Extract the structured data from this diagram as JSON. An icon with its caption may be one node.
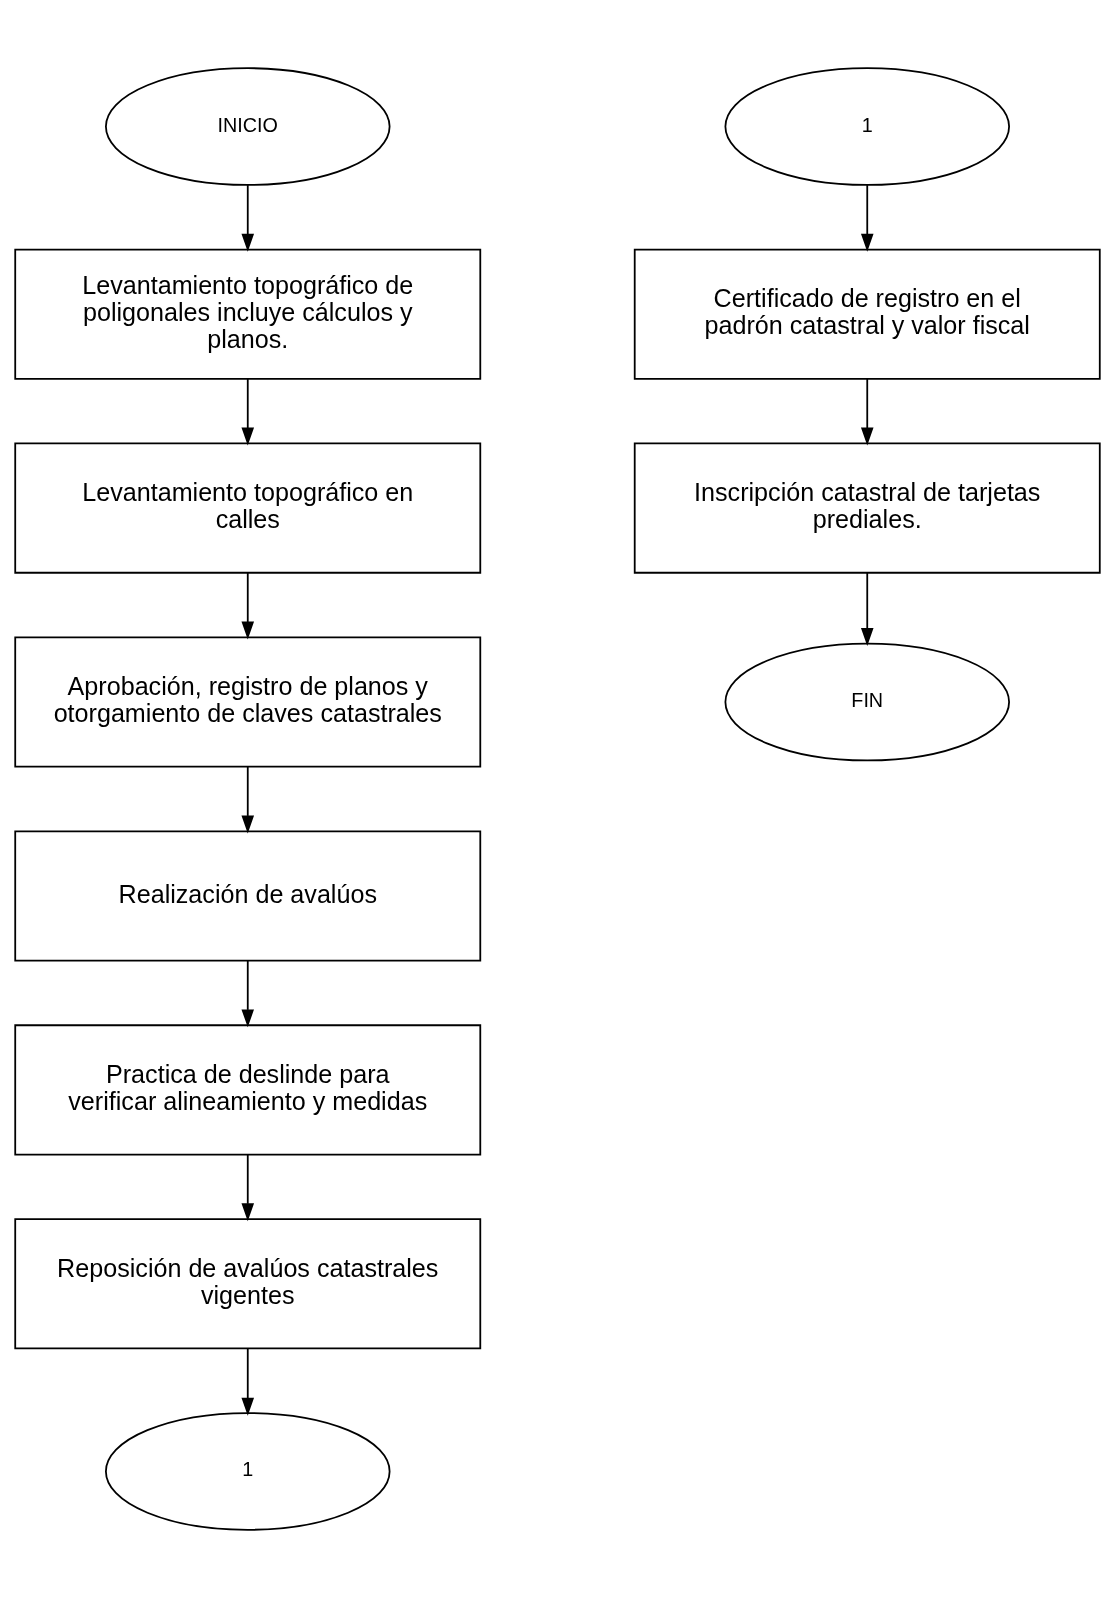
{
  "diagram": {
    "nodes": [
      {
        "text": [
          "INICIO"
        ]
      },
      {
        "text": [
          "Levantamiento topográfico de poligonales incluye cálculos y planos."
        ]
      },
      {
        "text": [
          "Levantamiento topográfico en calles"
        ]
      },
      {
        "text": [
          "Aprobación, registro de planos y otorgamiento de claves catastrales"
        ]
      },
      {
        "text": [
          "Realización de avalúos"
        ]
      },
      {
        "text": [
          "Practica de deslinde para verificar alineamiento y medidas"
        ]
      },
      {
        "text": [
          "Reposición de avalúos catastrales vigentes"
        ]
      },
      {
        "text": [
          "1"
        ]
      },
      {
        "text": [
          "1"
        ]
      },
      {
        "text": [
          "Certificado de registro en el padrón catastral y valor fiscal"
        ]
      },
      {
        "text": [
          "Inscripción catastral de tarjetas prediales."
        ]
      },
      {
        "text": [
          "FIN"
        ]
      }
    ],
    "edges": [
      {
        "from": 0,
        "to": 1,
        "arrow": "to"
      },
      {
        "from": 1,
        "to": 2,
        "arrow": "to"
      },
      {
        "from": 2,
        "to": 3,
        "arrow": "to"
      },
      {
        "from": 3,
        "to": 4,
        "arrow": "to"
      },
      {
        "from": 4,
        "to": 5,
        "arrow": "to"
      },
      {
        "from": 5,
        "to": 6,
        "arrow": "to"
      },
      {
        "from": 6,
        "to": 7,
        "arrow": "to"
      },
      {
        "from": 8,
        "to": 9,
        "arrow": "to"
      },
      {
        "from": 9,
        "to": 10,
        "arrow": "to"
      },
      {
        "from": 10,
        "to": 11,
        "arrow": "to"
      }
    ]
  }
}
